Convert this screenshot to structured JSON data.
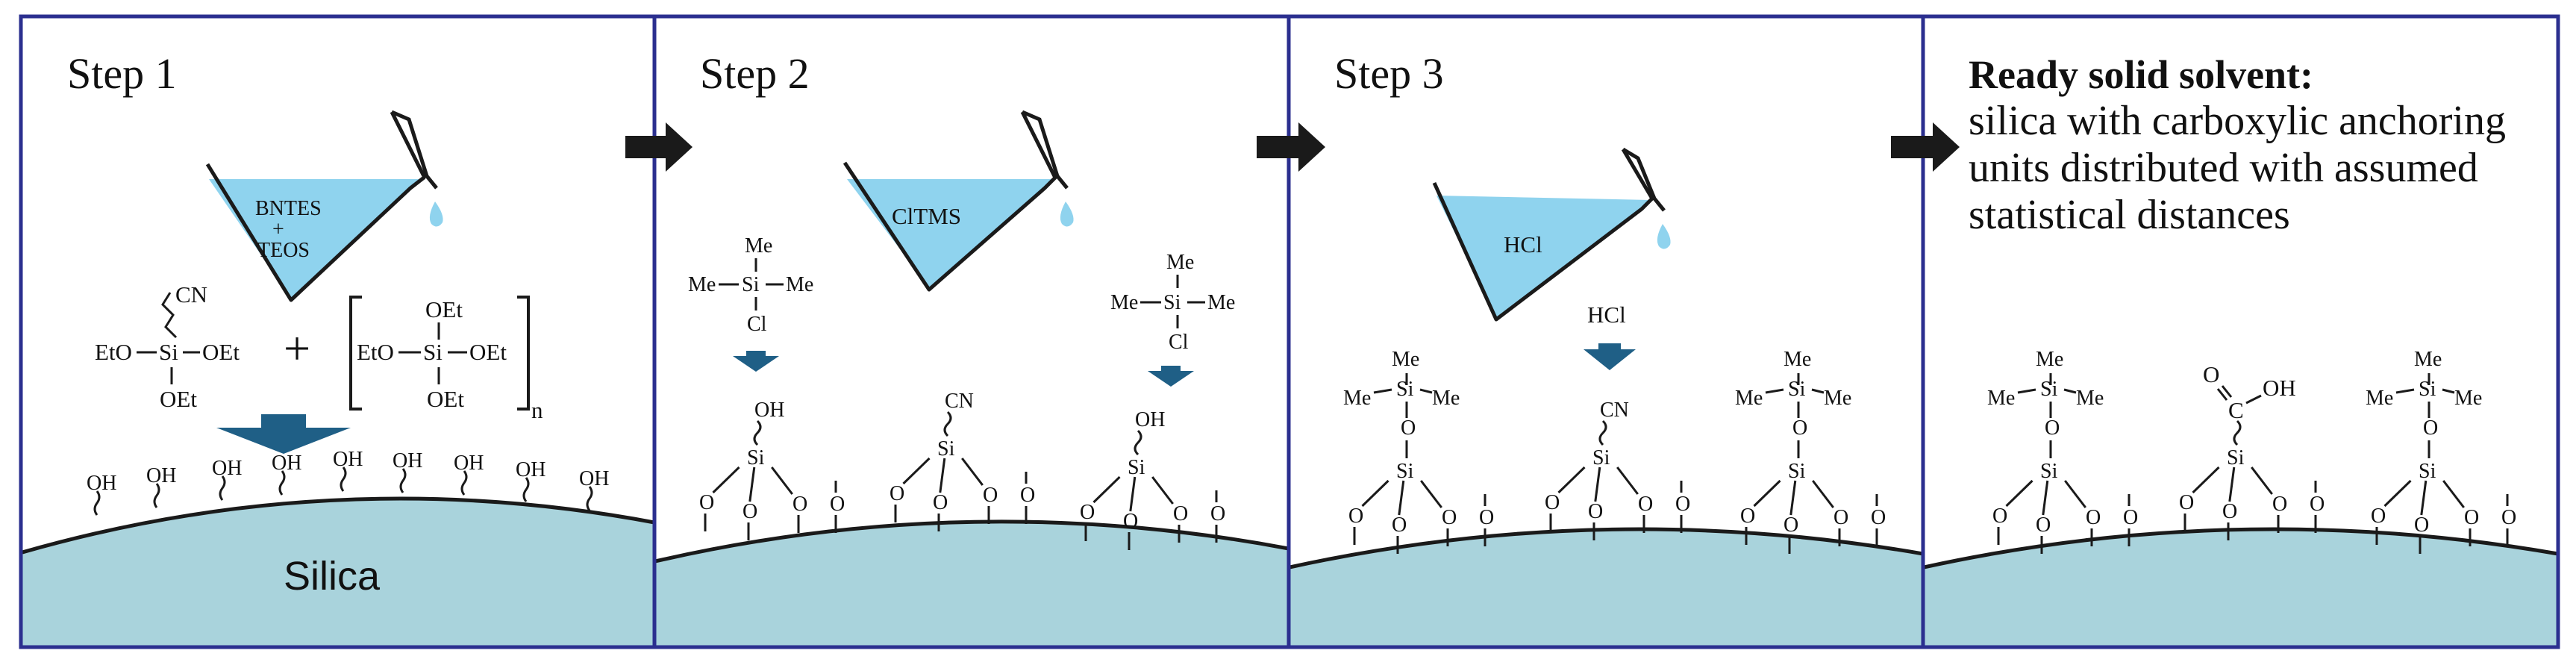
{
  "colors": {
    "border": "#2b2f8f",
    "silica": "#a9d3dc",
    "liquid": "#8fd3ee",
    "arrow_down": "#1f5f86",
    "arrow_right": "#1a1a1a",
    "bond": "#1a1a1a"
  },
  "panels": [
    {
      "title": "Step 1",
      "beaker_label_top": "BNTES",
      "beaker_label_mid": "+",
      "beaker_label_bottom": "TEOS",
      "surface_label": "Silica",
      "molecule_left": {
        "top": "CN",
        "left": "EtO",
        "center": "Si",
        "right": "OEt",
        "bottom": "OEt"
      },
      "plus": "+",
      "molecule_right": {
        "top": "OEt",
        "left": "EtO",
        "center": "Si",
        "right": "OEt",
        "bottom": "OEt",
        "subscript": "n"
      },
      "surface_oh": [
        "OH",
        "OH",
        "OH",
        "OH",
        "OH",
        "OH",
        "OH",
        "OH",
        "OH"
      ]
    },
    {
      "title": "Step 2",
      "beaker_label": "ClTMS",
      "reagent": {
        "top": "Me",
        "left": "Me",
        "center": "Si",
        "right": "Me",
        "bottom": "Cl"
      },
      "sites": [
        {
          "top": "OH",
          "center": "Si"
        },
        {
          "top": "CN",
          "center": "Si"
        },
        {
          "top": "OH",
          "center": "Si"
        }
      ],
      "oxygen": "O"
    },
    {
      "title": "Step 3",
      "beaker_label": "HCl",
      "arrow_label": "HCl",
      "sites": [
        {
          "me_top": "Me",
          "me_left": "Me",
          "me_right": "Me",
          "center": "Si"
        },
        {
          "top": "CN",
          "center": "Si"
        },
        {
          "me_top": "Me",
          "me_left": "Me",
          "me_right": "Me",
          "center": "Si"
        }
      ],
      "oxygen": "O"
    },
    {
      "title_bold": "Ready solid solvent:",
      "lines": [
        "silica with carboxylic anchoring",
        "units distributed with assumed",
        "statistical distances"
      ],
      "acid_c": "C",
      "acid_oh": "OH",
      "acid_o": "O",
      "sites": [
        {
          "me_top": "Me",
          "me_left": "Me",
          "me_right": "Me",
          "center": "Si"
        },
        {
          "center": "Si"
        },
        {
          "me_top": "Me",
          "me_left": "Me",
          "me_right": "Me",
          "center": "Si"
        }
      ],
      "oxygen": "O"
    }
  ]
}
